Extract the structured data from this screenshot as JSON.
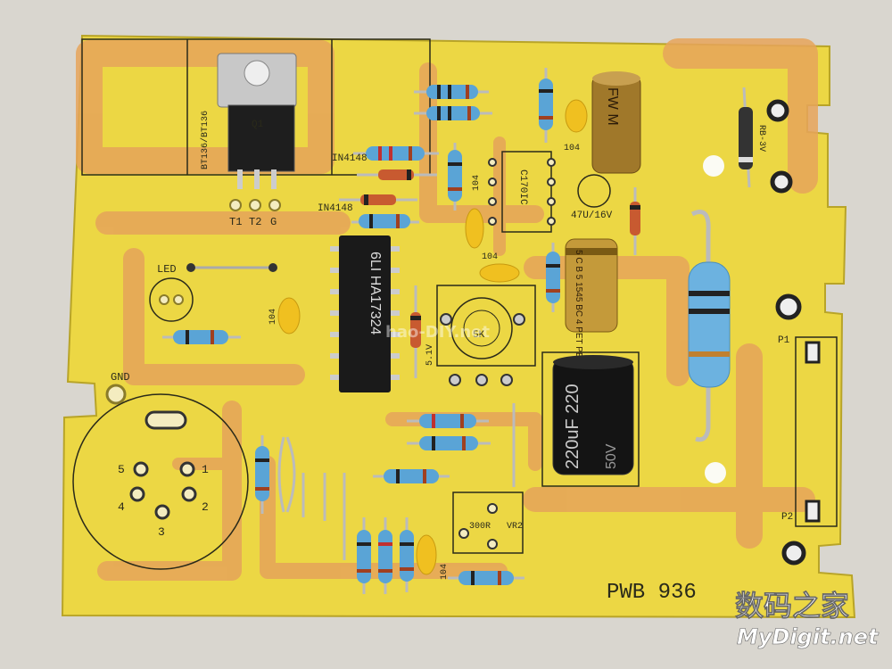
{
  "board": {
    "part_number": "PWB 936",
    "q1_label": "Q1",
    "q1_part": "BT136/BT136",
    "triac_pins": [
      "T1",
      "T2",
      "G"
    ],
    "led_label": "LED",
    "gnd_label": "GND",
    "socket_pins": [
      "1",
      "2",
      "3",
      "4",
      "5"
    ],
    "p1": "P1",
    "p2": "P2",
    "diode_1": "IN4148",
    "diode_2": "IN4148",
    "ic_main": "6LI HA17324",
    "ic_small": "C170IC",
    "cap_104_a": "104",
    "cap_104_b": "104",
    "cap_104_c": "104",
    "cap_104_d": "104",
    "cap_104_e": "104",
    "pot_1": "5K",
    "pot_2": "300R",
    "pot_2_ref": "VR2",
    "cap_47u": "47U/16V",
    "cap_fw": "FW  M",
    "cap_220": "220uF 220",
    "cap_220_v": "50V",
    "cap_bc": "5 C B 5 1545 BC 4 PET PET",
    "zener": "5.1V",
    "diode_right": "RB-3V"
  },
  "watermark": {
    "cn": "数码之家",
    "en": "MyDigit.net",
    "center": "hao-DIY.net"
  },
  "colors": {
    "pcb": "#ecd744",
    "copper": "#e6a45a",
    "background": "#d9d6cf"
  }
}
